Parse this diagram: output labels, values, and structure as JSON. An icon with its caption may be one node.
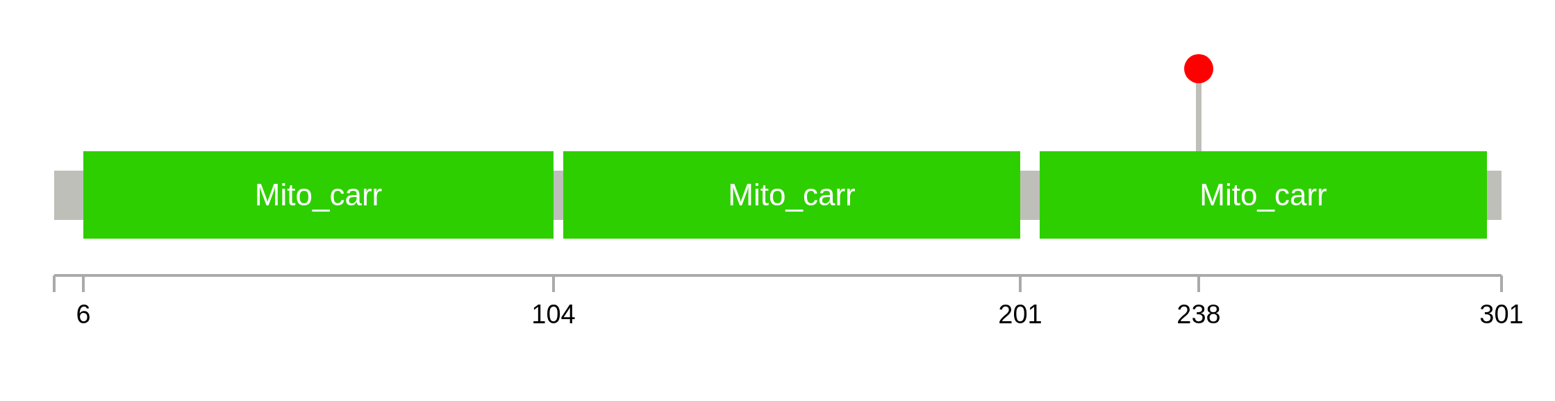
{
  "diagram": {
    "nodes": [
      {
        "text": [
          "Mito_carr"
        ]
      },
      {
        "text": [
          "Mito_carr"
        ]
      },
      {
        "text": [
          "Mito_carr"
        ]
      },
      {
        "text": [],
        "shape": "circle"
      }
    ],
    "edges": [
      {
        "from": 3,
        "to": 2,
        "arrow": "none"
      }
    ],
    "labels": [
      "6",
      "104",
      "201",
      "238",
      "301"
    ]
  }
}
